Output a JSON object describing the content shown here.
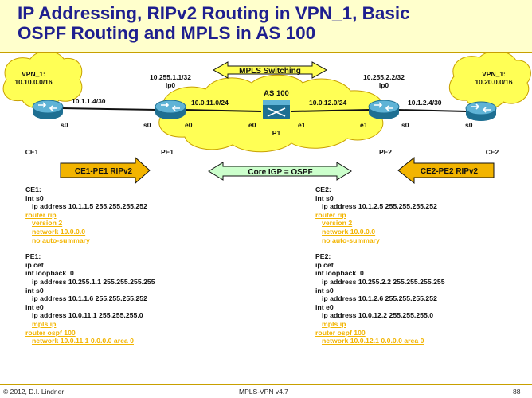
{
  "slide": {
    "title_line1": "IP Addressing, RIPv2 Routing in VPN_1, Basic",
    "title_line2": "OSPF Routing and MPLS in AS 100"
  },
  "topology": {
    "vpn_left_name": "VPN_1:",
    "vpn_left_net": "10.10.0.0/16",
    "vpn_right_name": "VPN_1:",
    "vpn_right_net": "10.20.0.0/16",
    "cloud_label": "AS 100",
    "mpls_label": "MPLS Switching",
    "core_igp_label": "Core IGP =  OSPF",
    "rip_left_label": "CE1-PE1 RIPv2",
    "rip_right_label": "CE2-PE2 RIPv2",
    "pe1_lo_addr": "10.255.1.1/32",
    "pe1_lo_name": "lp0",
    "pe2_lo_addr": "10.255.2.2/32",
    "pe2_lo_name": "lp0",
    "link_ce1_pe1": "10.1.1.4/30",
    "link_pe1_p1": "10.0.11.0/24",
    "link_p1_pe2": "10.0.12.0/24",
    "link_pe2_ce2": "10.1.2.4/30",
    "if_ce1_s0": "s0",
    "if_pe1_s0": "s0",
    "if_pe1_e0": "e0",
    "if_p1_e0": "e0",
    "if_p1_e1": "e1",
    "if_pe2_e1": "e1",
    "if_pe2_s0": "s0",
    "if_ce2_s0": "s0",
    "router_ce1": "CE1",
    "router_pe1": "PE1",
    "router_p1": "P1",
    "router_pe2": "PE2",
    "router_ce2": "CE2"
  },
  "config_left": {
    "ce1_title": "CE1:",
    "ce1_l1": "int s0",
    "ce1_l2": "ip address 10.1.1.5 255.255.255.252",
    "ce1_l3": "router rip",
    "ce1_l4": "version 2",
    "ce1_l5": "network 10.0.0.0",
    "ce1_l6": "no auto-summary",
    "pe1_title": "PE1:",
    "pe1_l1": "ip cef",
    "pe1_l2": "int loopback  0",
    "pe1_l3": "ip address 10.255.1.1 255.255.255.255",
    "pe1_l4": "int s0",
    "pe1_l5": "ip address 10.1.1.6 255.255.255.252",
    "pe1_l6": "int e0",
    "pe1_l7": "ip address 10.0.11.1 255.255.255.0",
    "pe1_l8": "mpls ip",
    "pe1_l9": "router ospf 100",
    "pe1_l10": "network 10.0.11.1 0.0.0.0 area 0"
  },
  "config_right": {
    "ce2_title": "CE2:",
    "ce2_l1": "int s0",
    "ce2_l2": "ip address 10.1.2.5 255.255.255.252",
    "ce2_l3": "router rip",
    "ce2_l4": "version 2",
    "ce2_l5": "network 10.0.0.0",
    "ce2_l6": "no auto-summary",
    "pe2_title": "PE2:",
    "pe2_l1": "ip cef",
    "pe2_l2": "int loopback  0",
    "pe2_l3": "ip address 10.255.2.2 255.255.255.255",
    "pe2_l4": "int s0",
    "pe2_l5": "ip address 10.1.2.6 255.255.255.252",
    "pe2_l6": "int e0",
    "pe2_l7": "ip address 10.0.12.2 255.255.255.0",
    "pe2_l8": "mpls ip",
    "pe2_l9": "router ospf 100",
    "pe2_l10": "network 10.0.12.1 0.0.0.0 area 0"
  },
  "footer": {
    "copyright": "© 2012, D.I. Lindner",
    "doc": "MPLS-VPN v4.7",
    "page": "88"
  },
  "colors": {
    "title_bg": "#ffffcc",
    "title_text": "#1f1f8f",
    "rule": "#c8a000",
    "cloud": "#ffff55",
    "router": "#2f8fb8",
    "rip_arrow": "#f2b400",
    "igp_arrow": "#ccffcc",
    "config_highlight": "#f2b400"
  }
}
